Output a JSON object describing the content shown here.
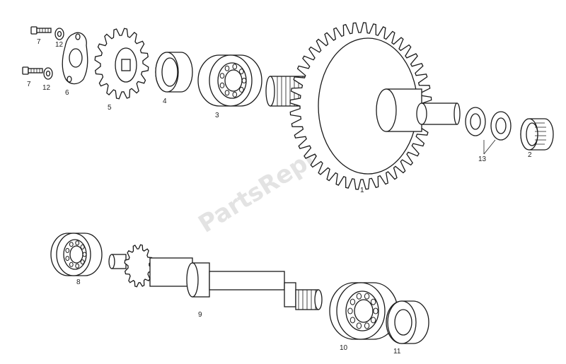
{
  "watermark": "PartsRepublik",
  "labels": {
    "p1": "1",
    "p2": "2",
    "p3": "3",
    "p4": "4",
    "p5": "5",
    "p6": "6",
    "p7a": "7",
    "p7b": "7",
    "p8": "8",
    "p9": "9",
    "p10": "10",
    "p11": "11",
    "p12a": "12",
    "p12b": "12",
    "p13": "13"
  }
}
